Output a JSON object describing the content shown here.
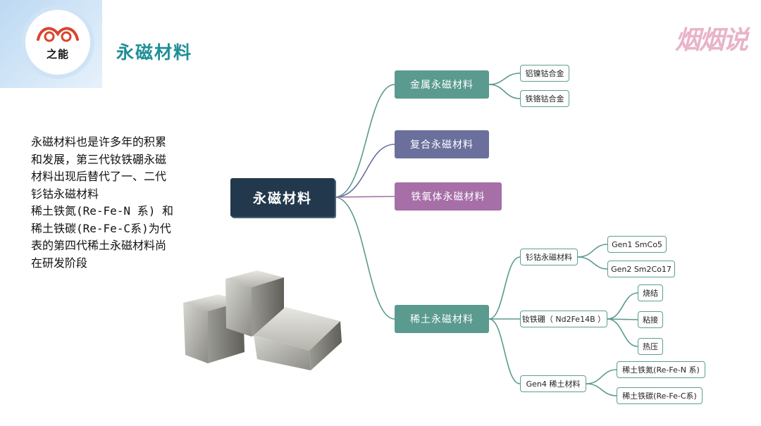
{
  "header": {
    "logo_text": "之能",
    "title": "永磁材料",
    "brand_text": "烟烟说"
  },
  "intro": {
    "lines": [
      "永磁材料也是许多年的积累",
      "和发展，第三代钕铁硼永磁",
      "材料出现后替代了一、二代",
      "钐钴永磁材料",
      "稀土铁氮(Re-Fe-N 系) 和",
      "稀土铁碳(Re-Fe-C系)为代",
      "表的第四代稀土永磁材料尚",
      "在研发阶段"
    ]
  },
  "mindmap": {
    "root": "永磁材料",
    "branches": {
      "metal": {
        "label": "金属永磁材料",
        "children": [
          "铝镍钴合金",
          "铁铬钴合金"
        ]
      },
      "composite": {
        "label": "复合永磁材料"
      },
      "ferrite": {
        "label": "铁氧体永磁材料"
      },
      "rare_earth": {
        "label": "稀土永磁材料",
        "smco": {
          "label": "钐钴永磁材料",
          "children": [
            "Gen1 SmCo5",
            "Gen2 Sm2Co17"
          ]
        },
        "ndfeb": {
          "label": "钕铁硼（ Nd2Fe14B ）",
          "children": [
            "烧结",
            "粘接",
            "热压"
          ]
        },
        "gen4": {
          "label": "Gen4 稀土材料",
          "children": [
            "稀土铁氮(Re-Fe-N 系)",
            "稀土铁碳(Re-Fe-C系)"
          ]
        }
      }
    }
  },
  "colors": {
    "teal": "#5a9a8f",
    "purple": "#6a6f9c",
    "magenta": "#a66fa8",
    "navy": "#22384d",
    "title_teal": "#1f8f96",
    "brand_pink": "#e9b3c9"
  }
}
